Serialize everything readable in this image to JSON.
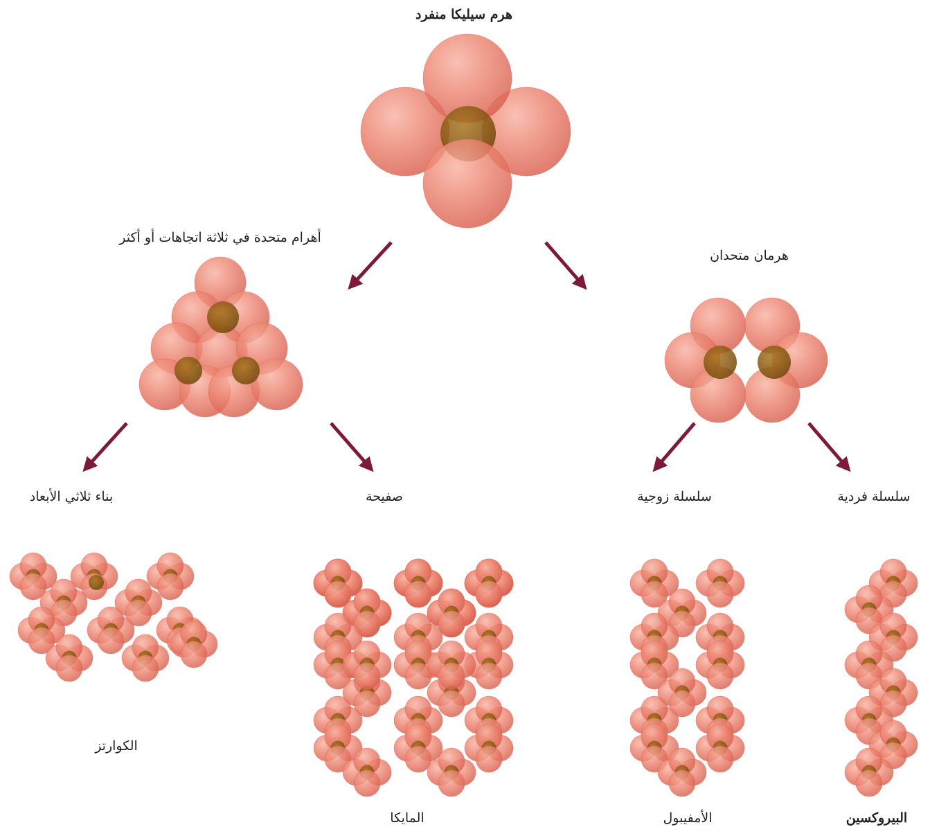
{
  "diagram": {
    "title": "هرم سيليكا منفرد",
    "branches": {
      "three_or_more": "أهرام متحدة في ثلاثة اتجاهات أو أكثر",
      "two_united": "هرمان متحدان"
    },
    "structures": {
      "three_d": "بناء ثلاثي الأبعاد",
      "sheet": "صفيحة",
      "double_chain": "سلسلة زوجية",
      "single_chain": "سلسلة فردية"
    },
    "minerals": {
      "quartz": "الكوارتز",
      "mica": "المايكا",
      "amphibole": "الأمفيبول",
      "pyroxene": "البيروكسين"
    }
  },
  "colors": {
    "sphere_light": "#f4a08f",
    "sphere_mid": "#ec7e6c",
    "sphere_dark": "#d85848",
    "center_atom": "#8a5a12",
    "arrow": "#7d1a3a"
  }
}
